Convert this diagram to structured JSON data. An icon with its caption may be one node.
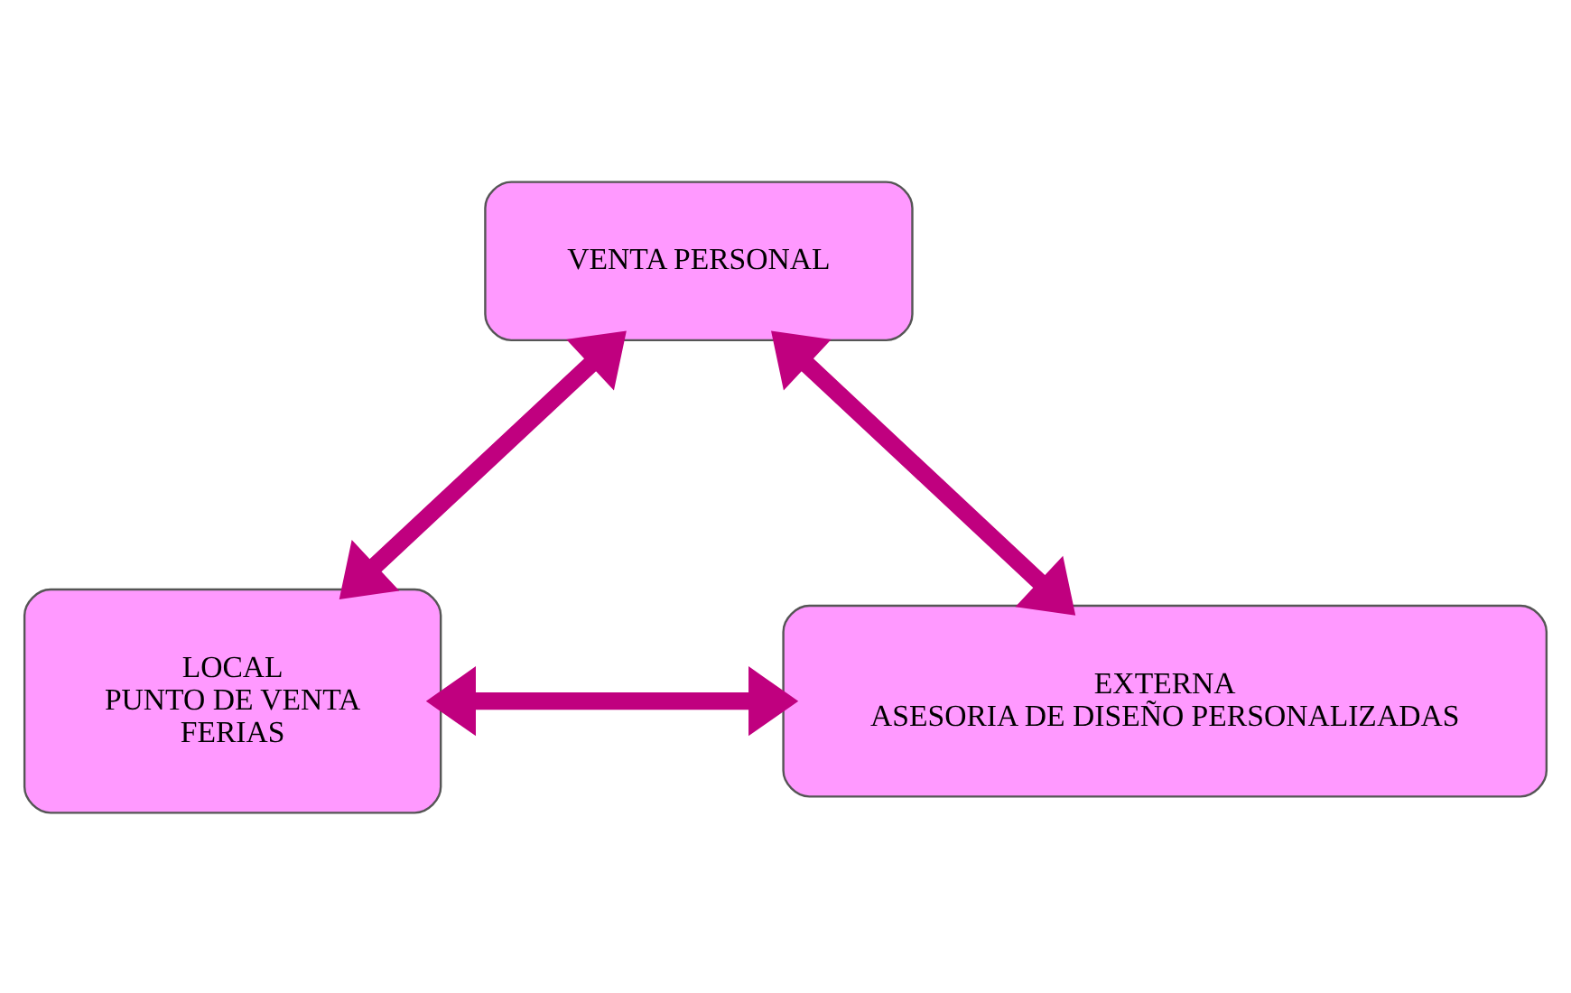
{
  "diagram": {
    "nodes": [
      {
        "text": [
          "VENTA PERSONAL"
        ]
      },
      {
        "text": [
          "LOCAL",
          "PUNTO DE VENTA",
          "FERIAS"
        ]
      },
      {
        "text": [
          "EXTERNA",
          "ASESORIA DE DISEÑO PERSONALIZADAS"
        ]
      }
    ],
    "edges": [
      {
        "from": 0,
        "to": 1,
        "arrow": "both"
      },
      {
        "from": 0,
        "to": 2,
        "arrow": "both"
      },
      {
        "from": 1,
        "to": 2,
        "arrow": "both"
      }
    ]
  }
}
